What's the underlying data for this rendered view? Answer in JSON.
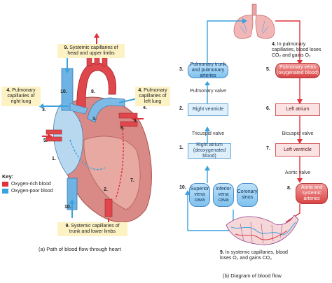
{
  "heart_panel": {
    "notes": {
      "head": {
        "num": "9.",
        "text": "Systemic capillaries of head and upper limbs"
      },
      "right_lung": {
        "num": "4.",
        "text": "Pulmonary capillaries of right lung"
      },
      "left_lung": {
        "num": "4.",
        "text": "Pulmonary capillaries of left lung"
      },
      "trunk": {
        "num": "9.",
        "text": "Systemic capillaries of trunk and lower limbs"
      }
    },
    "numbers": [
      "10.",
      "8.",
      "3.",
      "6.",
      "5.",
      "5.",
      "3.",
      "4.",
      "1.",
      "7.",
      "2.",
      "10."
    ],
    "caption": "(a) Path of blood flow through heart"
  },
  "key": {
    "title": "Key:",
    "items": [
      {
        "label": "Oxygen-rich blood",
        "color": "#e0323a"
      },
      {
        "label": "Oxygen-poor blood",
        "color": "#3aa2de"
      }
    ]
  },
  "diagram": {
    "lungs_note": {
      "num": "4.",
      "text": "In pulmonary capillaries, blood loses CO₂ and gains O₂"
    },
    "pulmonary_trunk": {
      "num": "3.",
      "text": "Pulmonary trunk and pulmonary arteries"
    },
    "pulmonary_valve": "Pulmonary valve",
    "right_ventricle": {
      "num": "2.",
      "text": "Right ventricle"
    },
    "tricuspid_valve": "Tricuspid valve",
    "right_atrium": {
      "num": "1.",
      "text": "Right atrium (deoxygenated blood)"
    },
    "vessels": {
      "num": "10.",
      "items": [
        "Superior vena cava",
        "Inferior vena cava",
        "Coronary sinus"
      ]
    },
    "pulmonary_veins": {
      "num": "5.",
      "text": "Pulmonary veins (oxygenated blood)"
    },
    "left_atrium": {
      "num": "6.",
      "text": "Left atrium"
    },
    "bicuspid_valve": "Bicuspid valve",
    "left_ventricle": {
      "num": "7.",
      "text": "Left ventricle"
    },
    "aortic_valve": "Aortic valve",
    "aorta": {
      "num": "8.",
      "text": "Aorta and systemic arteries"
    },
    "systemic_note": {
      "num": "9.",
      "text": "In systemic capillaries, blood loses O₂ and gains CO₂"
    },
    "caption": "(b) Diagram of blood flow"
  }
}
